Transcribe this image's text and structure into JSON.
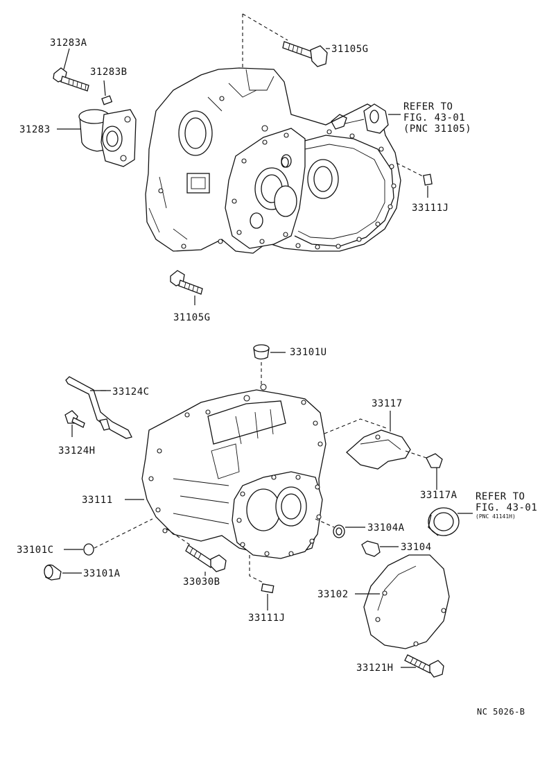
{
  "diagram": {
    "labels": {
      "p31283A": "31283A",
      "p31283B": "31283B",
      "p31283": "31283",
      "p31105G_top": "31105G",
      "p31105G_bottom": "31105G",
      "refer_top_1": "REFER TO",
      "refer_top_2": "FIG. 43-01",
      "refer_top_3": "(PNC 31105)",
      "p33111J_top": "33111J",
      "p33101U": "33101U",
      "p33124C": "33124C",
      "p33124H": "33124H",
      "p33117": "33117",
      "p33117A": "33117A",
      "refer_mid_1": "REFER TO",
      "refer_mid_2": "FIG. 43-01",
      "refer_mid_3": "(PNC 41141H)",
      "p33111": "33111",
      "p33104A": "33104A",
      "p33104": "33104",
      "p33101C": "33101C",
      "p33101A": "33101A",
      "p33030B": "33030B",
      "p33102": "33102",
      "p33111J_bottom": "33111J",
      "p33121H": "33121H",
      "figure_code": "NC 5026-B"
    }
  }
}
